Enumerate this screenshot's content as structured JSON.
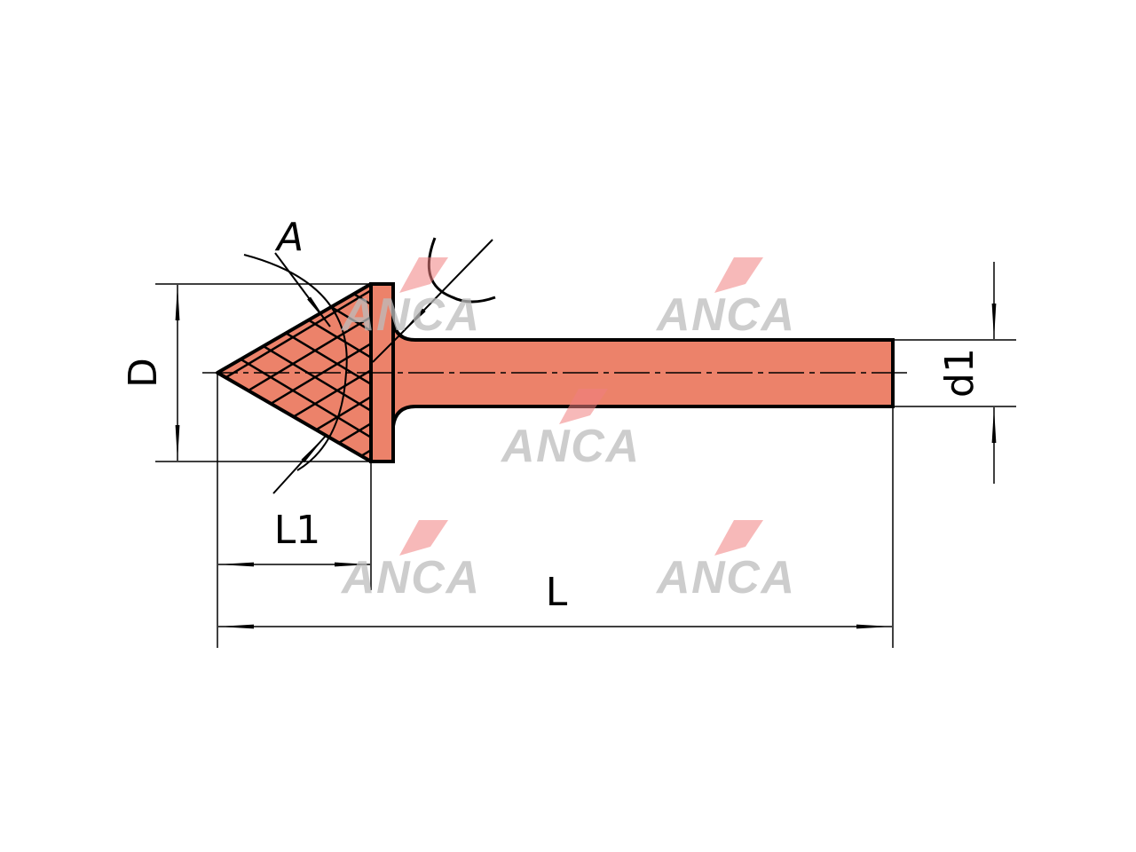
{
  "diagram": {
    "title_labels": {
      "angle": "A",
      "diameter": "D",
      "shank_diameter": "d1",
      "head_length": "L1",
      "total_length": "L"
    },
    "watermark": "ANCA",
    "colors": {
      "body": "#ec826a",
      "outline": "#000000",
      "watermark_gray": "#bdbdbd",
      "watermark_red": "#f08080"
    }
  }
}
